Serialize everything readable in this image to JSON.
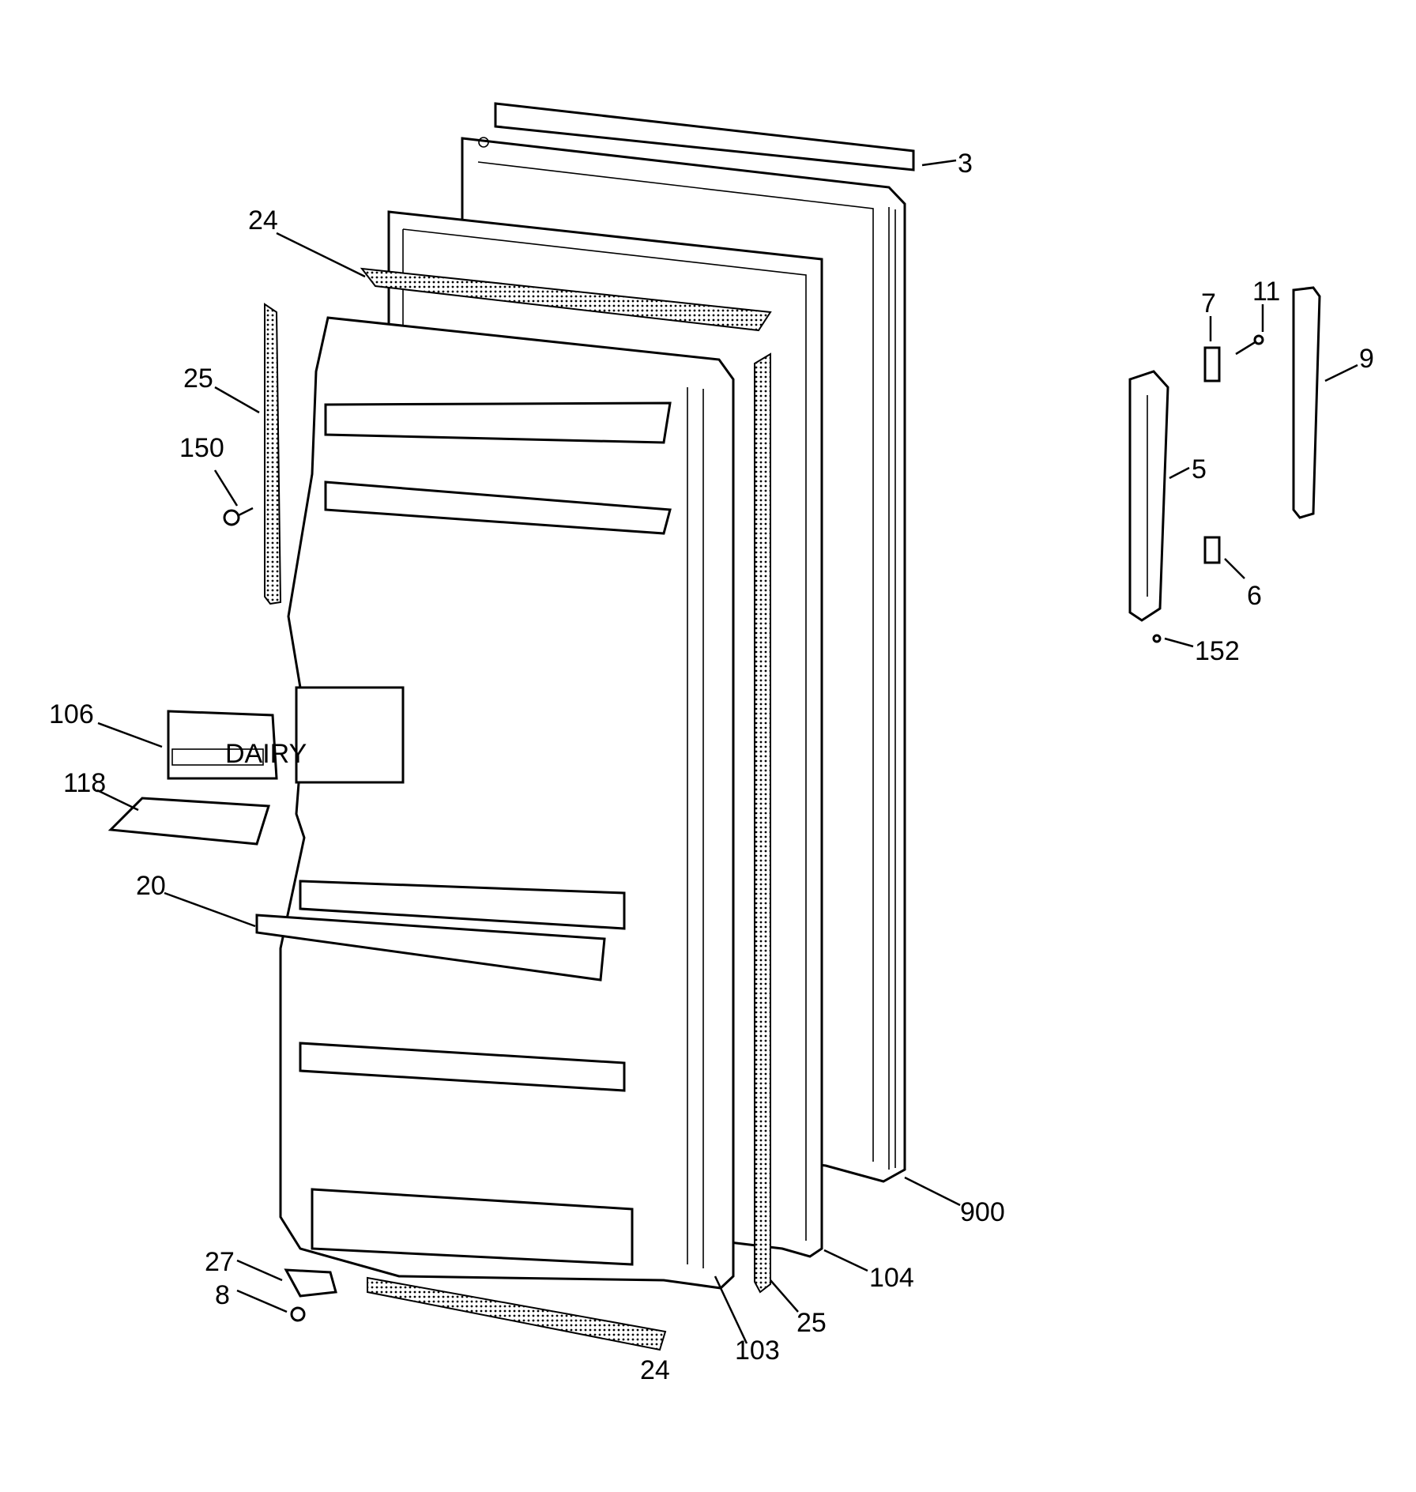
{
  "diagram": {
    "callouts": {
      "c3": "3",
      "c24_top": "24",
      "c25_left": "25",
      "c150": "150",
      "c106": "106",
      "c118": "118",
      "c20": "20",
      "c27": "27",
      "c8": "8",
      "c24_bottom": "24",
      "c103": "103",
      "c25_bottom": "25",
      "c104": "104",
      "c900": "900",
      "c7": "7",
      "c11": "11",
      "c9": "9",
      "c5": "5",
      "c6": "6",
      "c152": "152"
    },
    "bin_label": "DAIRY"
  }
}
